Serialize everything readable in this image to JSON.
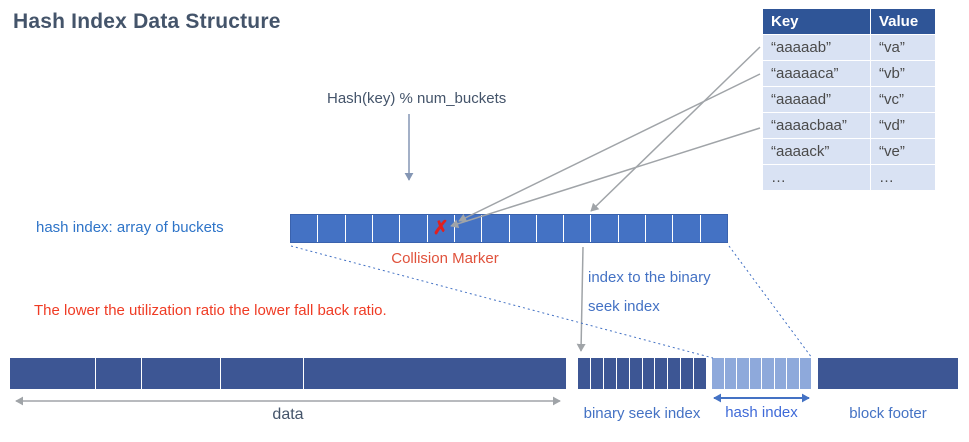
{
  "title": "Hash Index Data Structure",
  "formula": "Hash(key) % num_buckets",
  "labels": {
    "array_label": "hash index: array of buckets",
    "collision": "Collision Marker",
    "collision_x": "✗",
    "index_note_line1": "index to the binary",
    "index_note_line2": "seek index",
    "utilization": "The lower the utilization ratio the lower fall back ratio.",
    "data": "data",
    "binary_seek_index": "binary seek index",
    "hash_index": "hash index",
    "block_footer": "block footer"
  },
  "table": {
    "headers": [
      "Key",
      "Value"
    ],
    "rows": [
      [
        "“aaaaab”",
        "“va”"
      ],
      [
        "“aaaaaca”",
        "“vb”"
      ],
      [
        "“aaaaad”",
        "“vc”"
      ],
      [
        "“aaaacbaa”",
        "“vd”"
      ],
      [
        "“aaaack”",
        "“ve”"
      ],
      [
        "…",
        "…"
      ]
    ]
  },
  "colors": {
    "accent_blue": "#4472c4",
    "dark_bar": "#3d5694",
    "light_bar": "#8ea9db",
    "table_header_bg": "#2f5597",
    "table_row_bg": "#d9e2f3",
    "title_color": "#44546a",
    "red": "#ef3b24",
    "collision_red": "#e0523c",
    "arrow_gray": "#a0a4a8"
  }
}
